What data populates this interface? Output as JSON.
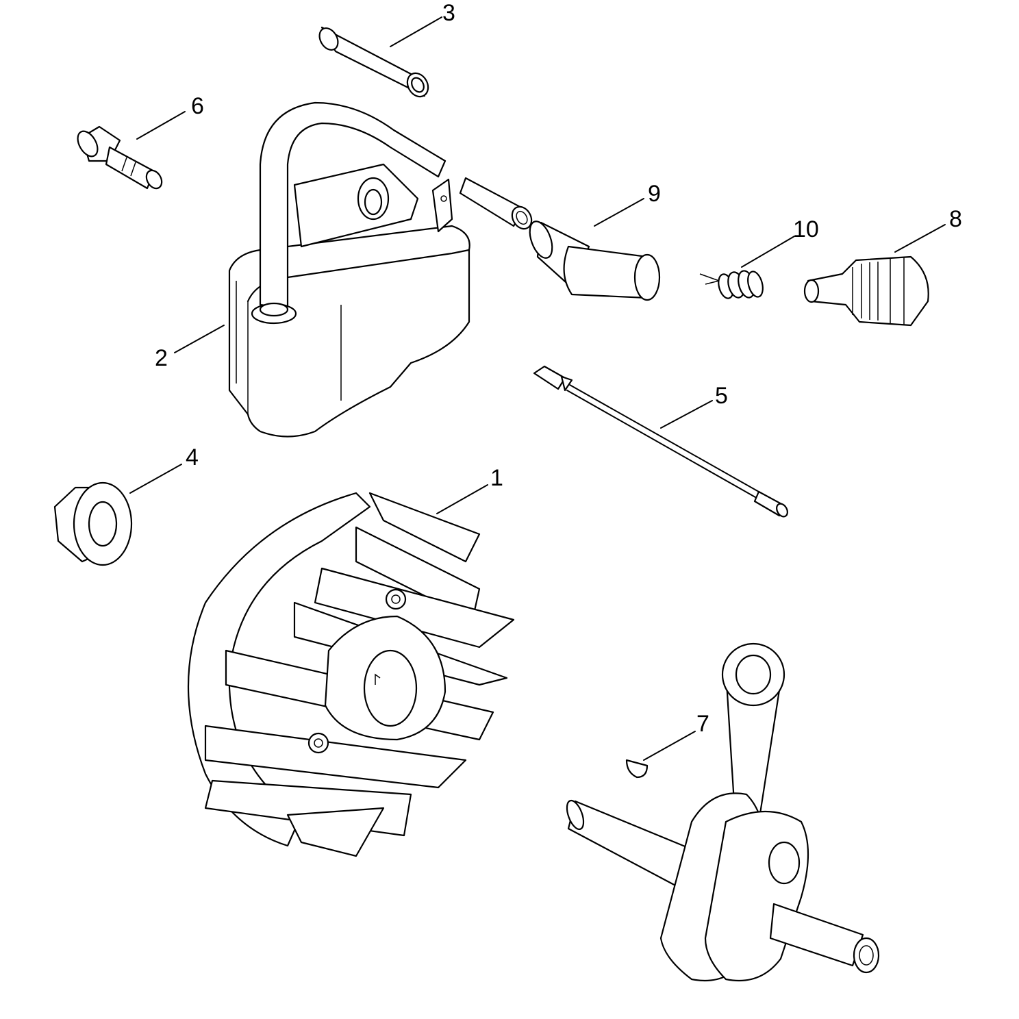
{
  "diagram": {
    "callouts": [
      {
        "number": "1",
        "part": "flywheel"
      },
      {
        "number": "2",
        "part": "ignition-coil"
      },
      {
        "number": "3",
        "part": "tube"
      },
      {
        "number": "4",
        "part": "nut"
      },
      {
        "number": "5",
        "part": "wire"
      },
      {
        "number": "6",
        "part": "bolt"
      },
      {
        "number": "7",
        "part": "key"
      },
      {
        "number": "8",
        "part": "spark-plug"
      },
      {
        "number": "9",
        "part": "plug-cap"
      },
      {
        "number": "10",
        "part": "spring"
      }
    ]
  }
}
